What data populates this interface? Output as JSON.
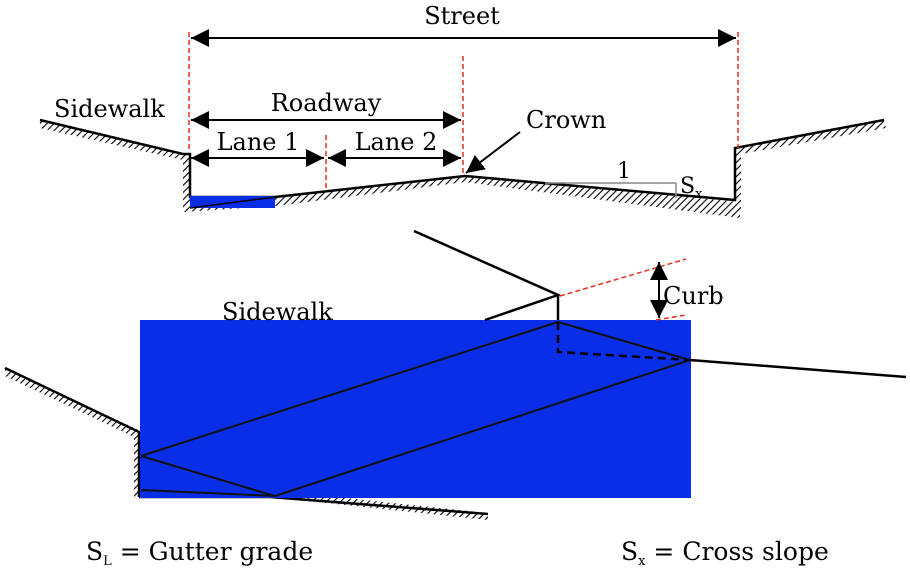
{
  "top_section": {
    "street_label": "Street",
    "roadway_label": "Roadway",
    "sidewalk_label": "Sidewalk",
    "lane1_label": "Lane 1",
    "lane2_label": "Lane 2",
    "crown_label": "Crown",
    "slope_run_label": "1",
    "slope_s": "S",
    "slope_sub": "x"
  },
  "bottom_section": {
    "sidewalk_label": "Sidewalk",
    "curb_label": "Curb"
  },
  "legend": {
    "gutter_s": "S",
    "gutter_sub": "L",
    "gutter_text": " = Gutter grade",
    "cross_s": "S",
    "cross_sub": "x",
    "cross_text": " = Cross slope"
  },
  "colors": {
    "gutter_fill": "#0a2ee8",
    "guide_line": "#e0301e",
    "line": "#000000"
  }
}
